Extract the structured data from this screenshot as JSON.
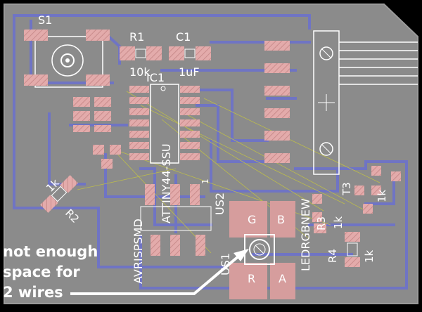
{
  "labels": {
    "s1": "S1",
    "r1": "R1",
    "c1": "C1",
    "r1_value": "10k",
    "c1_value": "1uF",
    "ic1": "IC1",
    "attiny": "ATTINY44-SSU",
    "us2": "US2",
    "one": "1",
    "avrispsmd": "AVRISPSMD",
    "us1": "US1",
    "g": "G",
    "b": "B",
    "r": "R",
    "a": "A",
    "ledrgb": "LEDRGBNEW",
    "r2_value": "1k",
    "r2": "R2",
    "r3": "R3",
    "r4": "R4",
    "t3": "T3",
    "r3_value": "1k",
    "r4_value": "1k",
    "t3_value": "1k"
  },
  "annotation": {
    "line1": "not enough",
    "line2": "space for",
    "line3": "2 wires"
  },
  "colors": {
    "background": "#000000",
    "board": "#8a8a8a",
    "trace": "#6e73c2",
    "pad": "#e0a6a6",
    "big_pad": "#d39a9a",
    "ratsnest": "#b8b84a",
    "silk": "#ffffff"
  }
}
